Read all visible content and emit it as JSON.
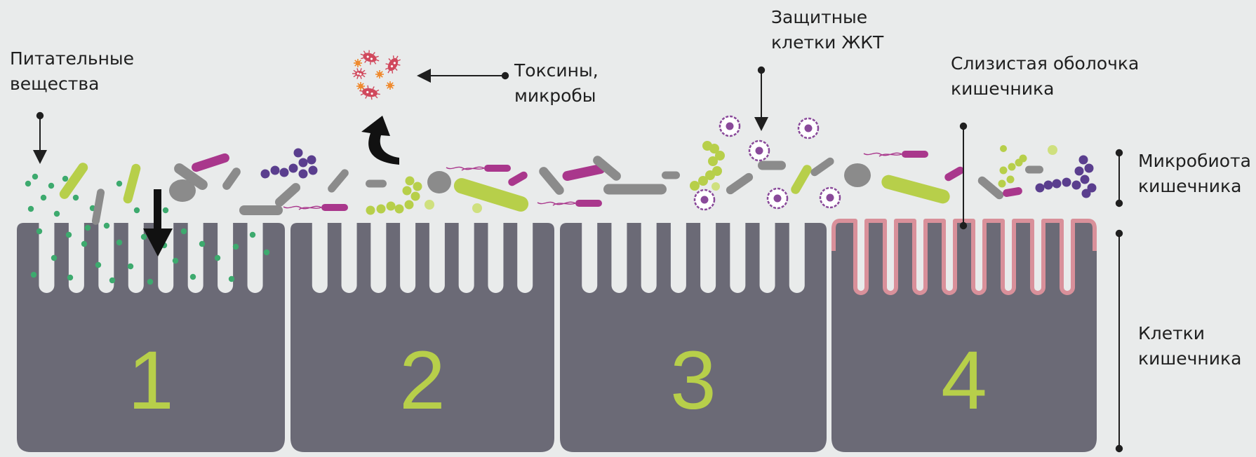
{
  "labels": {
    "nutrients": [
      "Питательные",
      "вещества"
    ],
    "toxins": [
      "Токсины,",
      "микробы"
    ],
    "defense": [
      "Защитные",
      "клетки ЖКТ"
    ],
    "mucosa": [
      "Слизистая оболочка",
      "кишечника"
    ],
    "microbiota": [
      "Микробиота",
      "кишечника"
    ],
    "cells": [
      "Клетки",
      "кишечника"
    ]
  },
  "cell_numbers": [
    "1",
    "2",
    "3",
    "4"
  ],
  "colors": {
    "background": "#e9ebeb",
    "cell": "#6b6a76",
    "number": "#b7cf4a",
    "mucosa": "#d9909a",
    "nutrient_dot": "#3daa6e",
    "bacteria_green": "#b7cf4a",
    "bacteria_purple": "#a9378c",
    "bacteria_grey": "#8b8b8b",
    "bacteria_violet": "#5a3e8e",
    "defense_cell": "#8a4a9a",
    "toxin_red": "#d0485c",
    "toxin_orange": "#ef8a2e"
  }
}
